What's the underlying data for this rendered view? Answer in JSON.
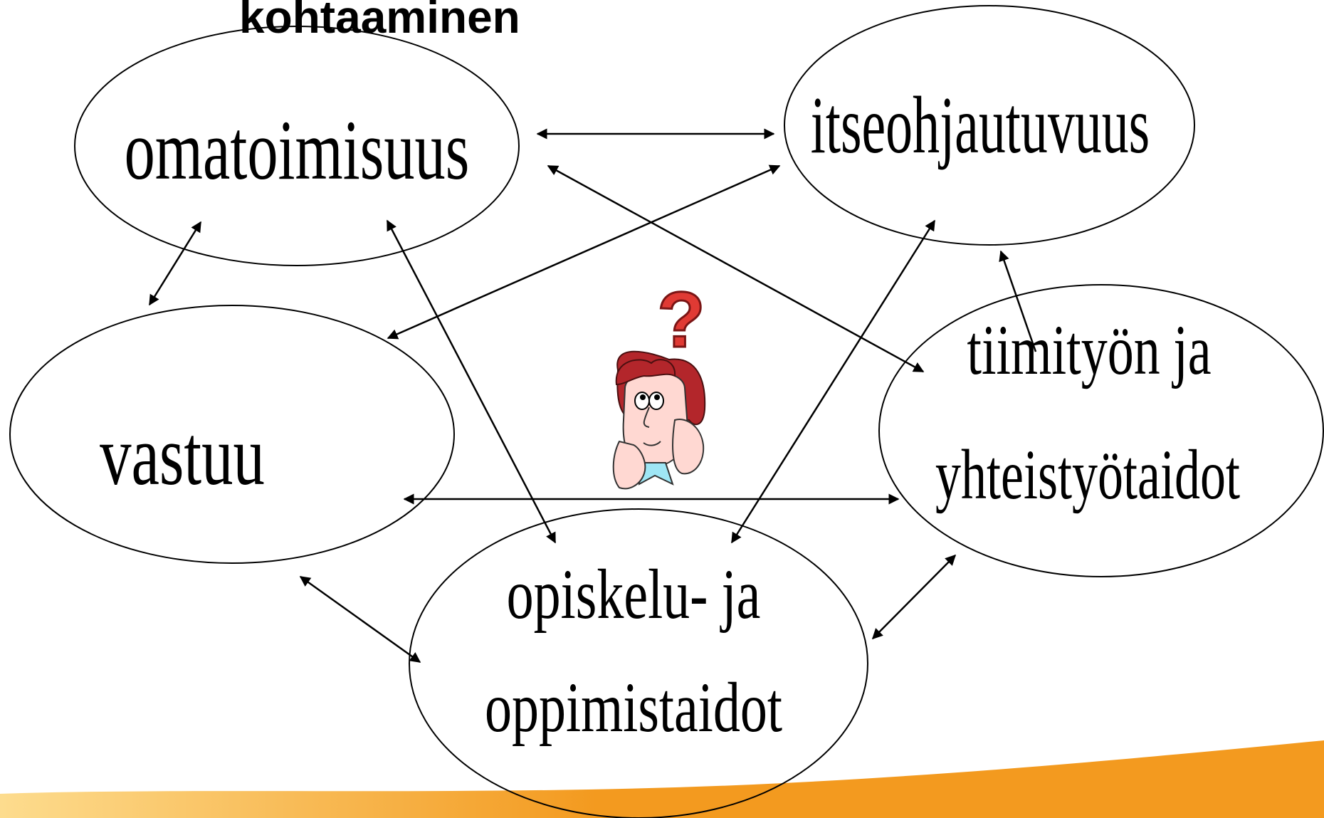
{
  "header": {
    "title": "kohtaaminen"
  },
  "nodes": [
    {
      "id": "omatoimisuus",
      "lines": [
        "omatoimisuus"
      ]
    },
    {
      "id": "itseohjautuvuus",
      "lines": [
        "itseohjautuvuus"
      ]
    },
    {
      "id": "vastuu",
      "lines": [
        "vastuu"
      ]
    },
    {
      "id": "tiimityo",
      "lines": [
        "tiimityön ja",
        "yhteistyötaidot"
      ]
    },
    {
      "id": "opiskelu",
      "lines": [
        "opiskelu- ja",
        "oppimistaidot"
      ]
    }
  ],
  "connections": [
    {
      "from": "omatoimisuus",
      "to": "itseohjautuvuus",
      "type": "bidirectional"
    },
    {
      "from": "omatoimisuus",
      "to": "tiimityo",
      "type": "bidirectional"
    },
    {
      "from": "itseohjautuvuus",
      "to": "vastuu",
      "type": "bidirectional"
    },
    {
      "from": "omatoimisuus",
      "to": "vastuu",
      "type": "bidirectional"
    },
    {
      "from": "omatoimisuus",
      "to": "opiskelu",
      "type": "bidirectional"
    },
    {
      "from": "itseohjautuvuus",
      "to": "opiskelu",
      "type": "bidirectional"
    },
    {
      "from": "tiimityo",
      "to": "itseohjautuvuus",
      "type": "directed"
    },
    {
      "from": "vastuu",
      "to": "tiimityo",
      "type": "bidirectional"
    },
    {
      "from": "vastuu",
      "to": "opiskelu",
      "type": "bidirectional"
    },
    {
      "from": "opiskelu",
      "to": "tiimityo",
      "type": "bidirectional"
    }
  ],
  "illustration": {
    "icon": "thinking-person-icon",
    "question_mark": "?"
  },
  "colors": {
    "question_mark": "#e03a34",
    "hair": "#b3262b",
    "skin": "#ffd8d2",
    "collar": "#9fe6f5",
    "band_light": "#fddc8e",
    "band_dark": "#f39a1f"
  }
}
